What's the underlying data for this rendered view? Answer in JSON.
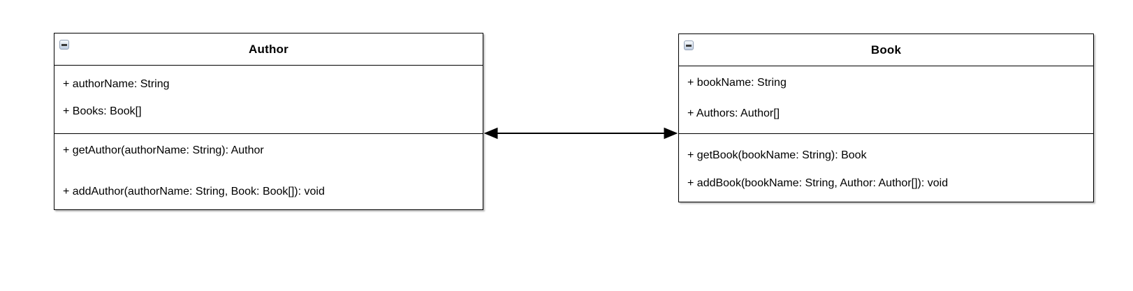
{
  "canvas": {
    "background": "#ffffff",
    "stroke_color": "#000000",
    "text_color": "#000000"
  },
  "classes": [
    {
      "name": "Author",
      "collapse_icon": "minus-icon",
      "attributes": [
        "+ authorName: String",
        "+ Books: Book[]"
      ],
      "methods": [
        "+ getAuthor(authorName: String): Author",
        "+ addAuthor(authorName: String, Book: Book[]): void"
      ]
    },
    {
      "name": "Book",
      "collapse_icon": "minus-icon",
      "attributes": [
        "+ bookName: String",
        "+ Authors: Author[]"
      ],
      "methods": [
        "+ getBook(bookName: String): Book",
        "+ addBook(bookName: String, Author: Author[]): void"
      ]
    }
  ],
  "connector": {
    "type": "bidirectional-association",
    "between": [
      "Author",
      "Book"
    ]
  }
}
